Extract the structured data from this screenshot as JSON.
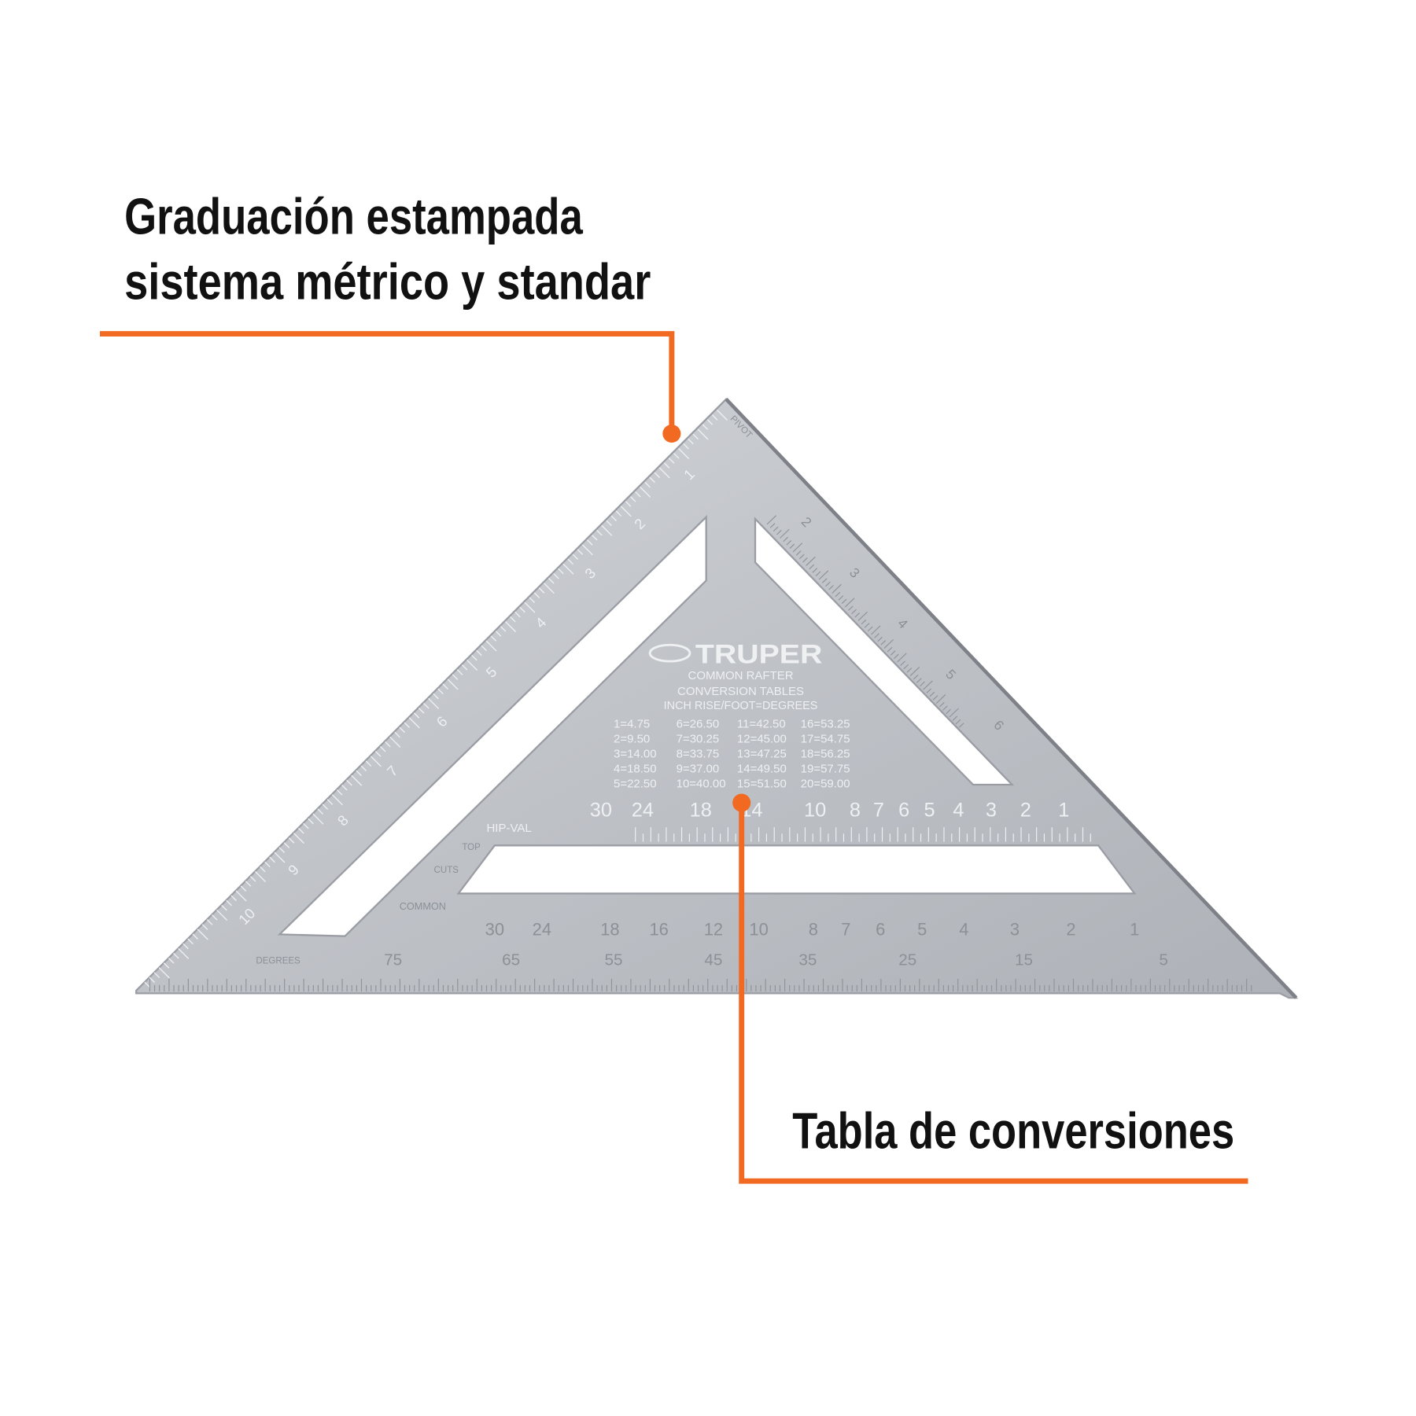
{
  "callouts": {
    "graduation_line1": "Graduación estampada",
    "graduation_line2": "sistema métrico y standar",
    "table": "Tabla de conversiones"
  },
  "colors": {
    "accent": "#f26a21",
    "metal": "#c4c7cc",
    "text": "#111111"
  },
  "square": {
    "brand": "TRUPER",
    "pivot": "PIVOT",
    "heading1": "COMMON RAFTER",
    "heading2": "CONVERSION TABLES",
    "heading3": "INCH RISE/FOOT=DEGREES",
    "table_columns": [
      [
        "1=4.75",
        "2=9.50",
        "3=14.00",
        "4=18.50",
        "5=22.50"
      ],
      [
        "6=26.50",
        "7=30.25",
        "8=33.75",
        "9=37.00",
        "10=40.00"
      ],
      [
        "11=42.50",
        "12=45.00",
        "13=47.25",
        "14=49.50",
        "15=51.50"
      ],
      [
        "16=53.25",
        "17=54.75",
        "18=56.25",
        "19=57.75",
        "20=59.00"
      ]
    ],
    "hip_val": "HIP-VAL",
    "top": "TOP",
    "cuts": "CUTS",
    "common": "COMMON",
    "degrees": "DEGREES",
    "hip_scale": [
      "30",
      "24",
      "18",
      "14",
      "10",
      "8",
      "7",
      "6",
      "5",
      "4",
      "3",
      "2",
      "1"
    ],
    "common_scale": [
      "30",
      "24",
      "18",
      "16",
      "12",
      "10",
      "8",
      "7",
      "6",
      "5",
      "4",
      "3",
      "2",
      "1"
    ],
    "degree_scale": [
      "75",
      "65",
      "55",
      "45",
      "35",
      "25",
      "15",
      "5"
    ],
    "left_edge_scale": [
      "1",
      "2",
      "3",
      "4",
      "5",
      "6",
      "7",
      "8",
      "9",
      "10"
    ],
    "right_edge_scale": [
      "2",
      "3",
      "4",
      "5",
      "6"
    ]
  }
}
